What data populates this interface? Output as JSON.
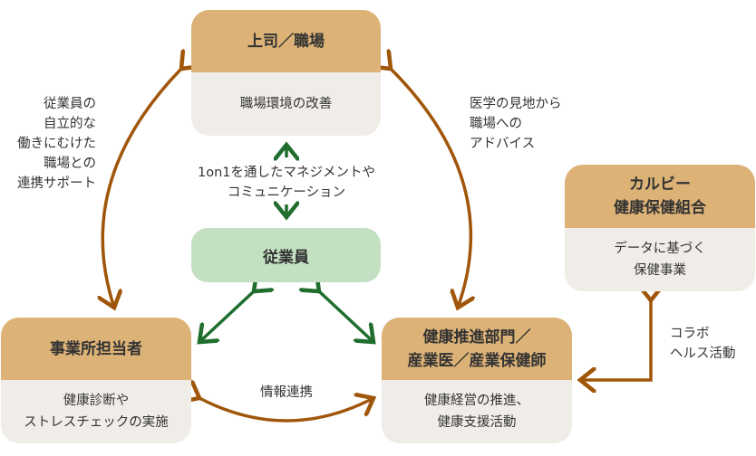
{
  "colors": {
    "box_header": "#dcb276",
    "box_body": "#f0ede8",
    "employee_box": "#c3e0c3",
    "brown_arrow": "#a0560a",
    "green_arrow": "#1f6e2e",
    "text": "#333333"
  },
  "boxes": {
    "boss": {
      "title": "上司／職場",
      "body": "職場環境の改善"
    },
    "office": {
      "title": "事業所担当者",
      "body": "健康診断や\nストレスチェックの実施"
    },
    "health_dept": {
      "title": "健康推進部門／\n産業医／産業保健師",
      "body": "健康経営の推進、\n健康支援活動"
    },
    "union": {
      "title": "カルビー\n健康保健組合",
      "body": "データに基づく\n保健事業"
    },
    "employee": {
      "title": "従業員"
    }
  },
  "labels": {
    "left": "従業員の\n自立的な\n働きにむけた\n職場との\n連携サポート",
    "right": "医学の見地から\n職場への\nアドバイス",
    "center": "1on1を通したマネジメントや\nコミュニケーション",
    "bottom": "情報連携",
    "collab": "コラボ\nヘルス活動"
  }
}
